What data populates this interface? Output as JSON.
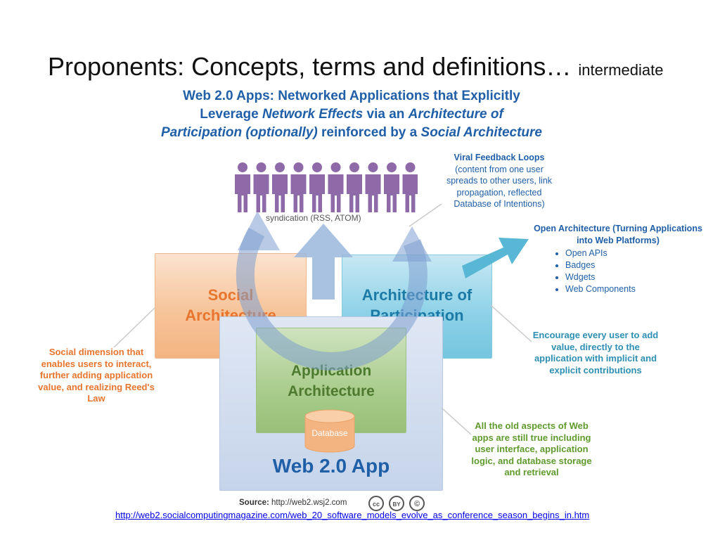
{
  "slide": {
    "title": "Proponents: Concepts, terms and definitions…",
    "subtitle": "intermediate"
  },
  "diagram": {
    "title_parts": {
      "line1": "Web 2.0 Apps: Networked Applications that Explicitly",
      "line2_a": "Leverage ",
      "line2_b": "Network Effects",
      "line2_c": " via an ",
      "line2_d": "Architecture of",
      "line3_a": "Participation (optionally)",
      "line3_b": " reinforced by a ",
      "line3_c": "Social Architecture"
    },
    "syndication": "syndication (RSS, ATOM)",
    "boxes": {
      "social_1": "Social",
      "social_2": "Architecture",
      "arch_1": "Architecture of",
      "arch_2": "Participation",
      "app_1": "Application",
      "app_2": "Architecture",
      "web": "Web 2.0 App",
      "database": "Database"
    },
    "annotations": {
      "viral_title": "Viral Feedback Loops",
      "viral_body": "(content from one user spreads to other users, link propagation, reflected Database of Intentions)",
      "open_title": "Open Architecture (Turning Applications into Web Platforms)",
      "open_items": [
        "Open APIs",
        "Badges",
        "Wdgets",
        "Web Components"
      ],
      "social_text": "Social dimension that enables users to interact, further adding application value, and realizing Reed's Law",
      "encourage_text": "Encourage every user to add value, directly to the application with implicit and explicit contributions",
      "old_text": "All the old aspects of Web apps are still true including user interface, application logic, and database storage and retrieval"
    },
    "source_label": "Source:",
    "source_url": " http://web2.wsj2.com",
    "cc_badges": [
      "cc",
      "BY",
      "©"
    ]
  },
  "footer": {
    "url": "http://web2.socialcomputingmagazine.com/web_20_software_models_evolve_as_conference_season_begins_in.htm"
  },
  "colors": {
    "blue": "#1f5fa8",
    "orange": "#e8752d",
    "green": "#5f9a2c",
    "people": "#8e6aa9"
  },
  "icons": [
    "person-icon",
    "database-icon",
    "creative-commons-icon"
  ]
}
